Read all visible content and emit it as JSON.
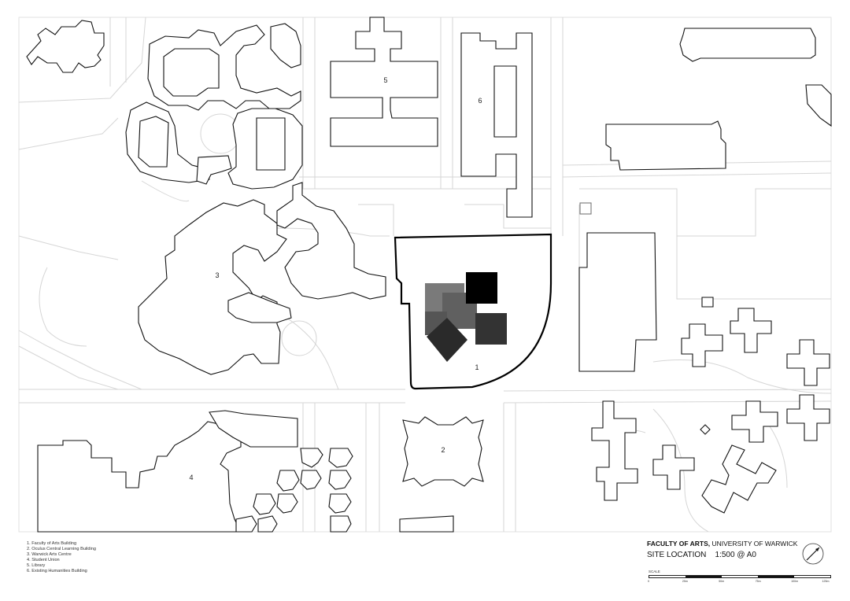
{
  "legend": {
    "items": [
      "1. Faculty of Arts Building",
      "2. Oculus Central Learning Building",
      "3. Warwick Arts Centre",
      "4. Student Union",
      "5. Library",
      "6. Existing Humanities Building"
    ]
  },
  "map": {
    "labels": [
      "1",
      "2",
      "3",
      "4",
      "5",
      "6"
    ],
    "site_block_colors": [
      "#000000",
      "#2a2a2a",
      "#333333",
      "#555555",
      "#606060",
      "#7a7a7a"
    ]
  },
  "title_block": {
    "title_bold": "FACULTY OF ARTS,",
    "title_rest": " UNIVERSITY OF WARWICK",
    "subtitle": "SITE LOCATION",
    "scale_text": "1:500 @ A0",
    "scale_label": "SCALE",
    "scale_ticks": [
      "0",
      "25m",
      "50m",
      "75m",
      "100m",
      "125m"
    ]
  },
  "compass": {
    "icon": "north-arrow-icon"
  }
}
